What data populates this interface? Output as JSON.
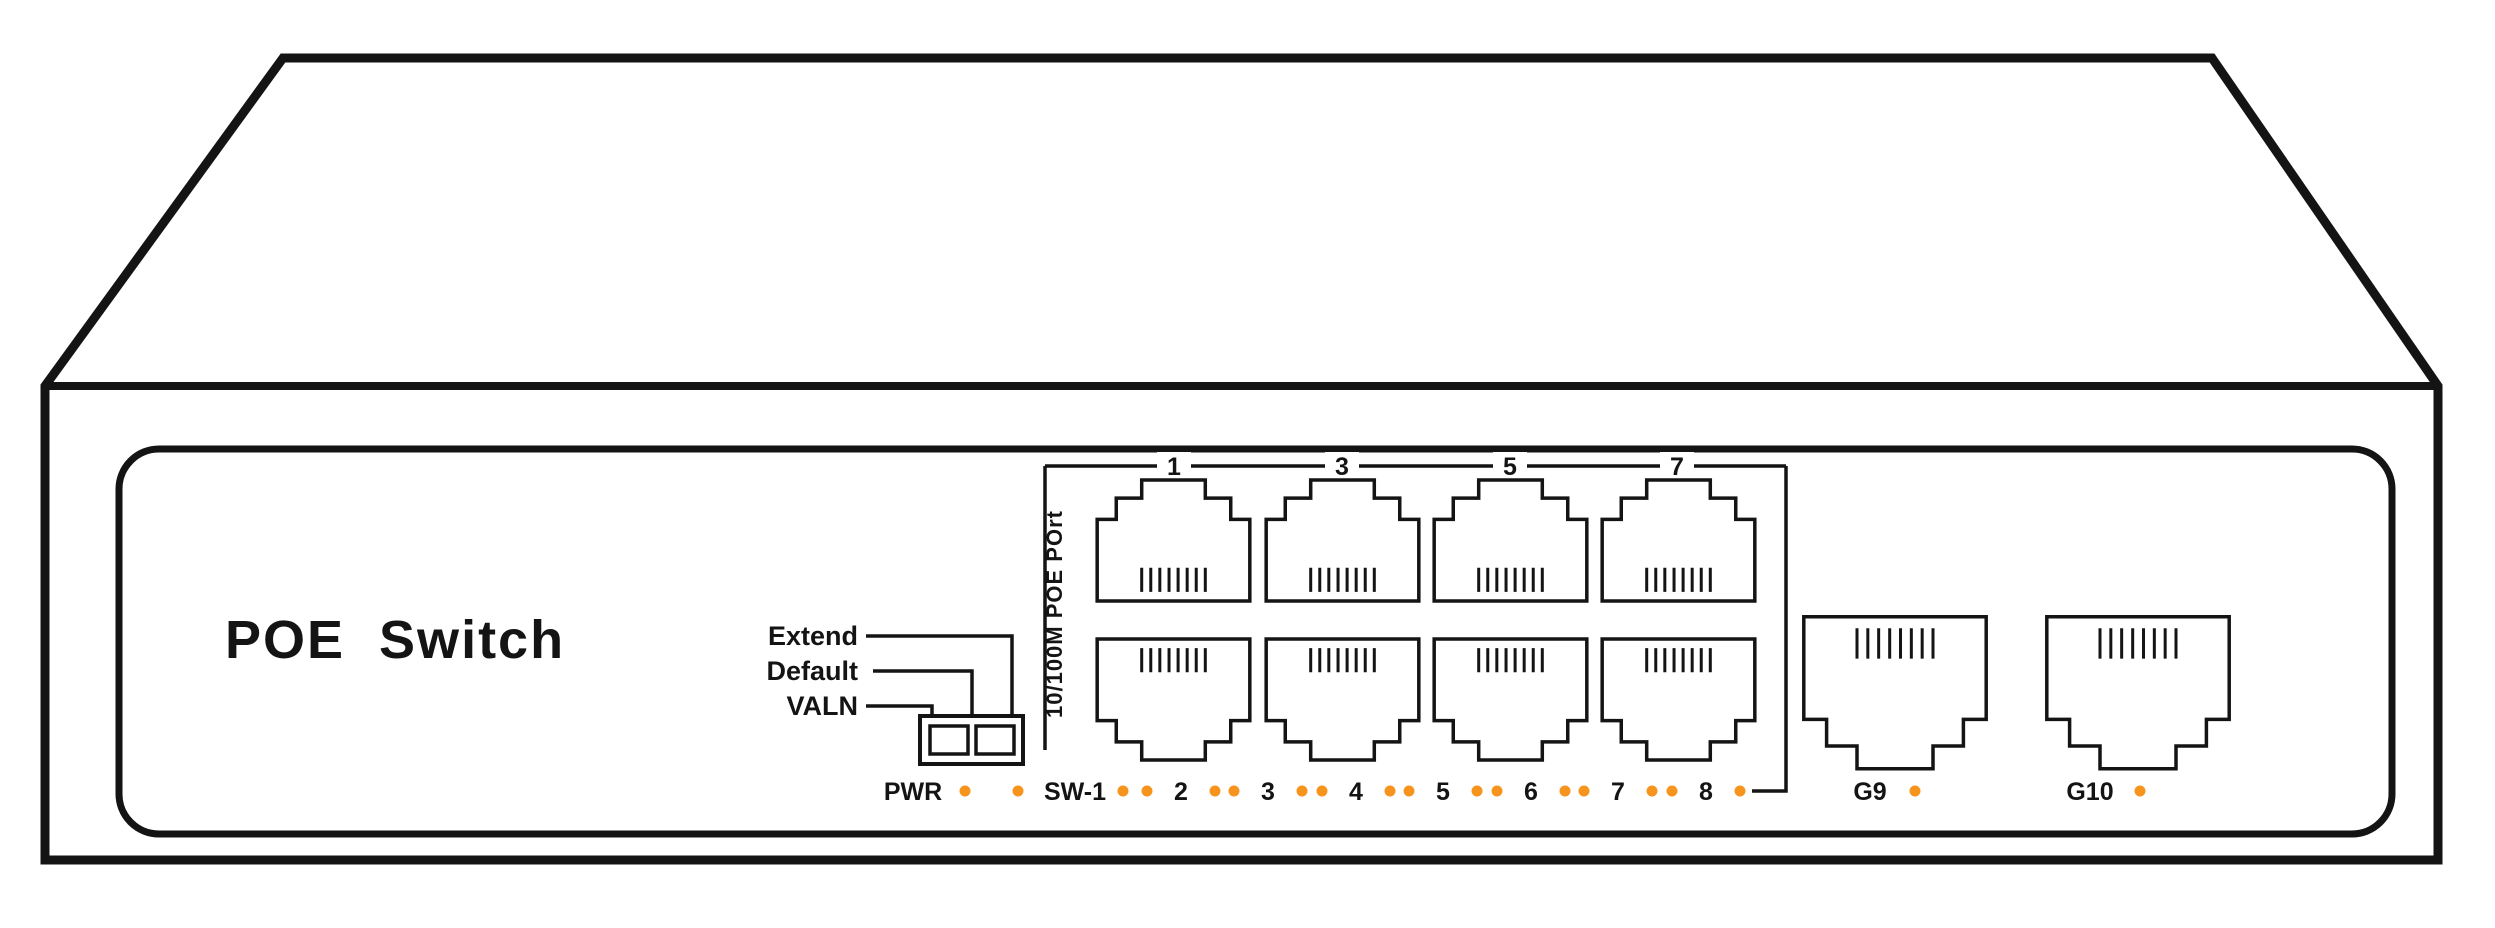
{
  "device": {
    "title": "POE  Switch",
    "port_group_label": "10/100M POE POrt",
    "top_port_numbers": [
      "1",
      "3",
      "5",
      "7"
    ],
    "dip": {
      "labels": [
        "Extend",
        "Default",
        "VALN"
      ]
    },
    "leds": {
      "labels": [
        "PWR",
        "SW-1",
        "2",
        "3",
        "4",
        "5",
        "6",
        "7",
        "8"
      ]
    },
    "uplink_ports": [
      {
        "label": "G9"
      },
      {
        "label": "G10"
      }
    ],
    "colors": {
      "led_dot": "#F7941E",
      "outline": "#141414"
    }
  }
}
